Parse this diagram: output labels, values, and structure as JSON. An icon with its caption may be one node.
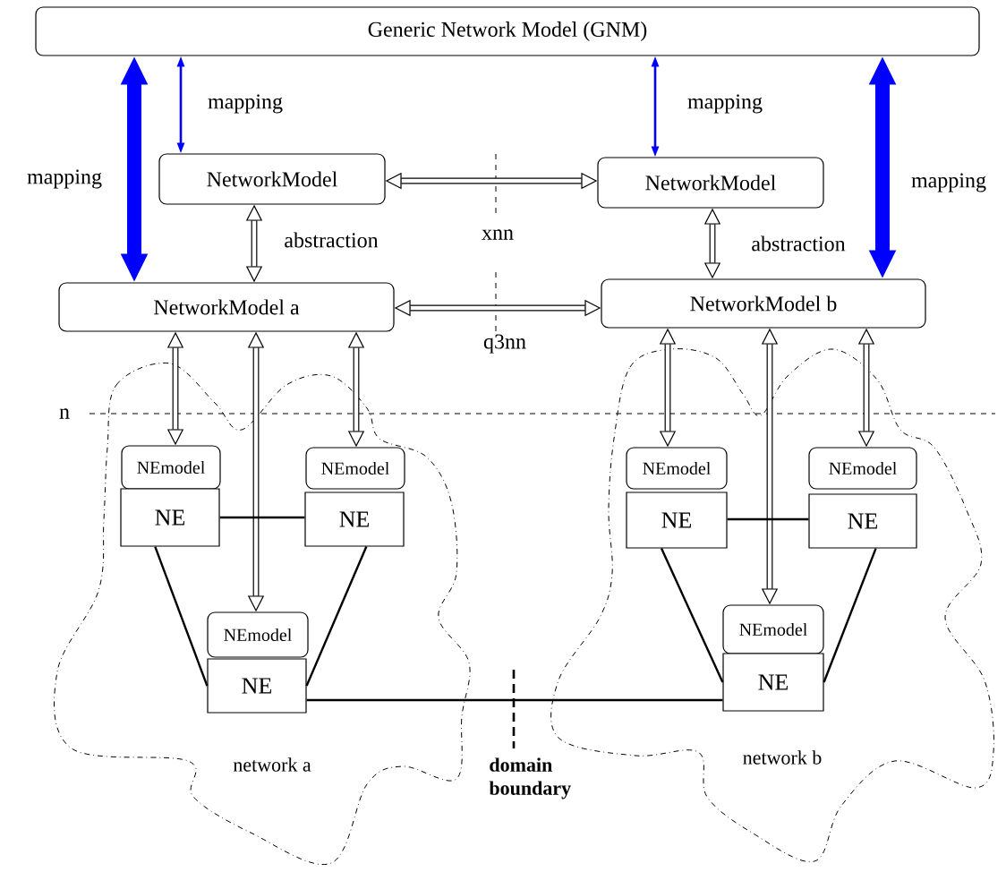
{
  "diagram": {
    "nodes": [
      {
        "text": [
          "Generic Network Model (GNM)"
        ]
      },
      {
        "text": [
          "NetworkModel"
        ]
      },
      {
        "text": [
          "NetworkModel"
        ]
      },
      {
        "text": [
          "NetworkModel a"
        ]
      },
      {
        "text": [
          "NetworkModel b"
        ]
      },
      {
        "text": [
          "network a"
        ]
      },
      {
        "text": [
          "NEmodel"
        ],
        "in": 5
      },
      {
        "text": [
          "NE"
        ],
        "in": 5
      },
      {
        "text": [
          "NEmodel"
        ],
        "in": 5
      },
      {
        "text": [
          "NE"
        ],
        "in": 5
      },
      {
        "text": [
          "NEmodel"
        ],
        "in": 5
      },
      {
        "text": [
          "NE"
        ],
        "in": 5
      },
      {
        "text": [
          "network b"
        ]
      },
      {
        "text": [
          "NEmodel"
        ],
        "in": 12
      },
      {
        "text": [
          "NE"
        ],
        "in": 12
      },
      {
        "text": [
          "NEmodel"
        ],
        "in": 12
      },
      {
        "text": [
          "NE"
        ],
        "in": 12
      },
      {
        "text": [
          "NEmodel"
        ],
        "in": 12
      },
      {
        "text": [
          "NE"
        ],
        "in": 12
      }
    ],
    "edges": [
      {
        "from": 0,
        "to": 3,
        "arrow": "both",
        "label": "mapping",
        "style": "thick",
        "color": "#0000ff"
      },
      {
        "from": 0,
        "to": 1,
        "arrow": "both",
        "label": "mapping",
        "color": "#0000ff"
      },
      {
        "from": 0,
        "to": 2,
        "arrow": "both",
        "label": "mapping",
        "color": "#0000ff"
      },
      {
        "from": 0,
        "to": 4,
        "arrow": "both",
        "label": "mapping",
        "style": "thick",
        "color": "#0000ff"
      },
      {
        "from": 1,
        "to": 2,
        "arrow": "both",
        "label": "xnn"
      },
      {
        "from": 1,
        "to": 3,
        "arrow": "both",
        "label": "abstraction"
      },
      {
        "from": 2,
        "to": 4,
        "arrow": "both",
        "label": "abstraction"
      },
      {
        "from": 3,
        "to": 4,
        "arrow": "both",
        "label": "q3nn"
      },
      {
        "from": 3,
        "to": 6,
        "arrow": "both"
      },
      {
        "from": 3,
        "to": 10,
        "arrow": "both"
      },
      {
        "from": 3,
        "to": 8,
        "arrow": "both"
      },
      {
        "from": 4,
        "to": 13,
        "arrow": "both"
      },
      {
        "from": 4,
        "to": 17,
        "arrow": "both"
      },
      {
        "from": 4,
        "to": 15,
        "arrow": "both"
      },
      {
        "from": 7,
        "to": 9,
        "arrow": "none"
      },
      {
        "from": 7,
        "to": 11,
        "arrow": "none"
      },
      {
        "from": 9,
        "to": 11,
        "arrow": "none"
      },
      {
        "from": 14,
        "to": 16,
        "arrow": "none"
      },
      {
        "from": 14,
        "to": 18,
        "arrow": "none"
      },
      {
        "from": 16,
        "to": 18,
        "arrow": "none"
      },
      {
        "from": 11,
        "to": 18,
        "arrow": "none"
      }
    ],
    "labels": [
      "n",
      "domain boundary"
    ]
  }
}
